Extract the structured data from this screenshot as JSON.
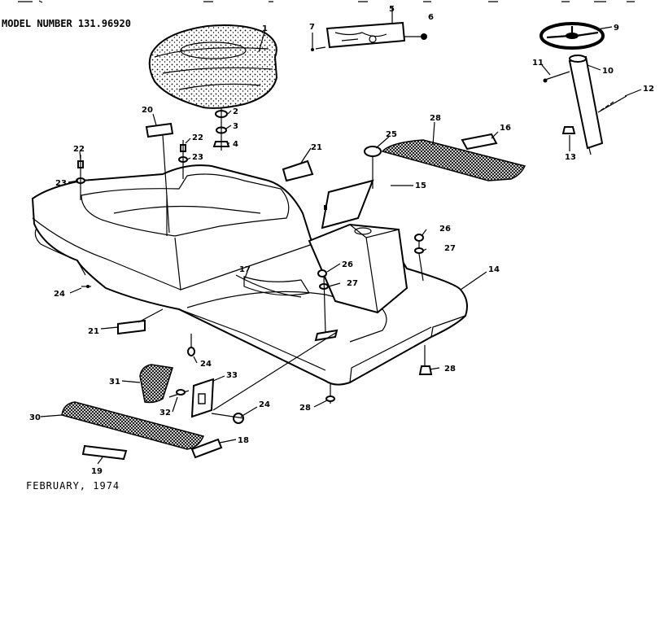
{
  "header": {
    "model_label": "MODEL NUMBER 131.96920"
  },
  "footer": {
    "date_label": "FEBRUARY, 1974"
  },
  "callouts": [
    {
      "id": "c1",
      "label": "1"
    },
    {
      "id": "c2",
      "label": "2"
    },
    {
      "id": "c3",
      "label": "3"
    },
    {
      "id": "c4",
      "label": "4"
    },
    {
      "id": "c5",
      "label": "5"
    },
    {
      "id": "c6",
      "label": "6"
    },
    {
      "id": "c7",
      "label": "7"
    },
    {
      "id": "c9",
      "label": "9"
    },
    {
      "id": "c10",
      "label": "10"
    },
    {
      "id": "c11",
      "label": "11"
    },
    {
      "id": "c12",
      "label": "12"
    },
    {
      "id": "c13",
      "label": "13"
    },
    {
      "id": "c14",
      "label": "14"
    },
    {
      "id": "c15",
      "label": "15"
    },
    {
      "id": "c16",
      "label": "16"
    },
    {
      "id": "c17",
      "label": "17"
    },
    {
      "id": "c18",
      "label": "18"
    },
    {
      "id": "c19",
      "label": "19"
    },
    {
      "id": "c20",
      "label": "20"
    },
    {
      "id": "c21a",
      "label": "21"
    },
    {
      "id": "c21b",
      "label": "21"
    },
    {
      "id": "c22a",
      "label": "22"
    },
    {
      "id": "c22b",
      "label": "22"
    },
    {
      "id": "c23a",
      "label": "23"
    },
    {
      "id": "c23b",
      "label": "23"
    },
    {
      "id": "c24a",
      "label": "24"
    },
    {
      "id": "c24b",
      "label": "24"
    },
    {
      "id": "c24c",
      "label": "24"
    },
    {
      "id": "c25",
      "label": "25"
    },
    {
      "id": "c26a",
      "label": "26"
    },
    {
      "id": "c26b",
      "label": "26"
    },
    {
      "id": "c27a",
      "label": "27"
    },
    {
      "id": "c27b",
      "label": "27"
    },
    {
      "id": "c28a",
      "label": "28"
    },
    {
      "id": "c28b",
      "label": "28"
    },
    {
      "id": "c28c",
      "label": "28"
    },
    {
      "id": "c30",
      "label": "30"
    },
    {
      "id": "c31",
      "label": "31"
    },
    {
      "id": "c32",
      "label": "32"
    },
    {
      "id": "c33",
      "label": "33"
    }
  ]
}
